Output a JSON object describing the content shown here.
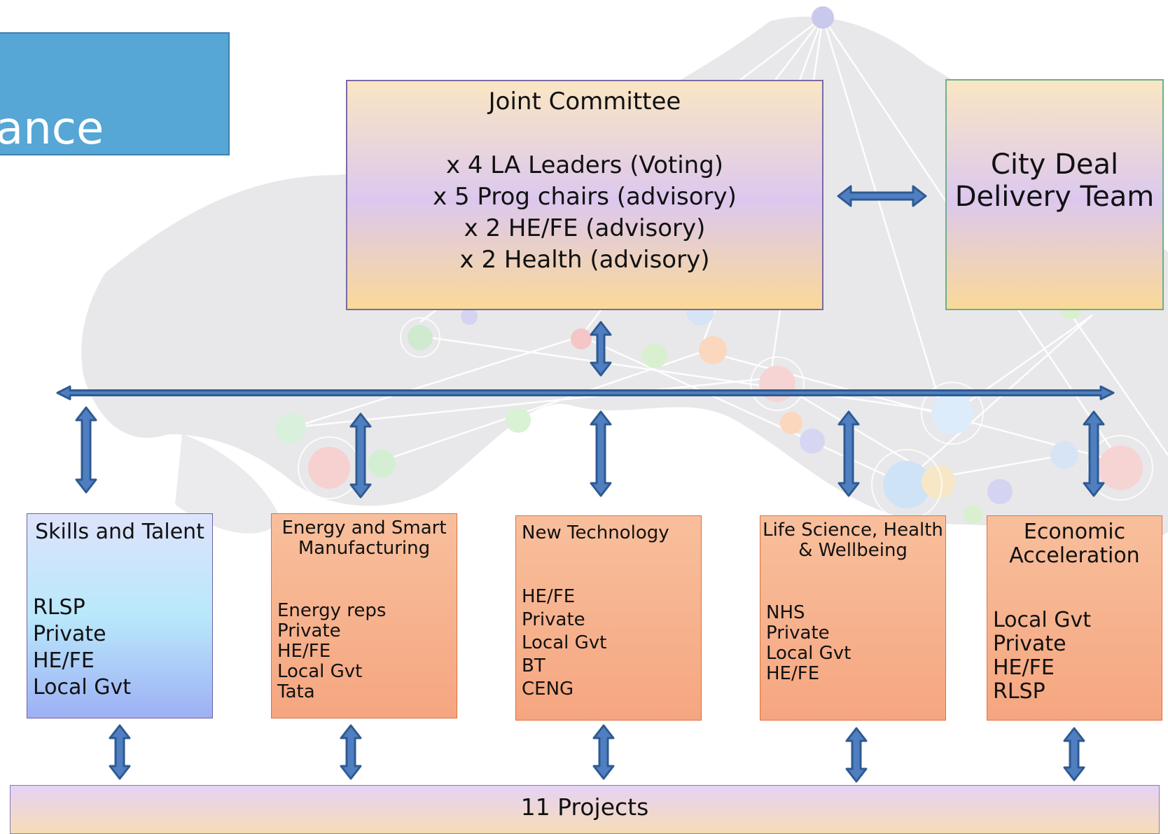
{
  "title_fragment": "ance",
  "joint_committee": {
    "title": "Joint Committee",
    "members": [
      "x 4 LA Leaders (Voting)",
      "x 5 Prog chairs (advisory)",
      "x 2 HE/FE (advisory)",
      "x 2 Health (advisory)"
    ]
  },
  "delivery_team": {
    "lines": [
      "City Deal",
      "Delivery Team"
    ]
  },
  "programmes": [
    {
      "title": [
        "Skills and Talent"
      ],
      "members": [
        "RLSP",
        "Private",
        "HE/FE",
        "Local Gvt"
      ]
    },
    {
      "title": [
        "Energy and Smart",
        "Manufacturing"
      ],
      "members": [
        "Energy reps",
        "Private",
        "HE/FE",
        "Local Gvt",
        "Tata"
      ]
    },
    {
      "title": [
        "New Technology"
      ],
      "members": [
        "HE/FE",
        "Private",
        "Local Gvt",
        "BT",
        "CENG"
      ]
    },
    {
      "title": [
        "Life Science, Health",
        "& Wellbeing"
      ],
      "members": [
        "NHS",
        "Private",
        "Local Gvt",
        "HE/FE"
      ]
    },
    {
      "title": [
        "Economic",
        "Acceleration"
      ],
      "members": [
        "Local Gvt",
        "Private",
        "HE/FE",
        "RLSP"
      ]
    }
  ],
  "projects": {
    "label": "11 Projects"
  },
  "colors": {
    "arrow_fill": "#4f7fc0",
    "arrow_stroke": "#2d5a92",
    "title_tab": "#56a6d6"
  }
}
